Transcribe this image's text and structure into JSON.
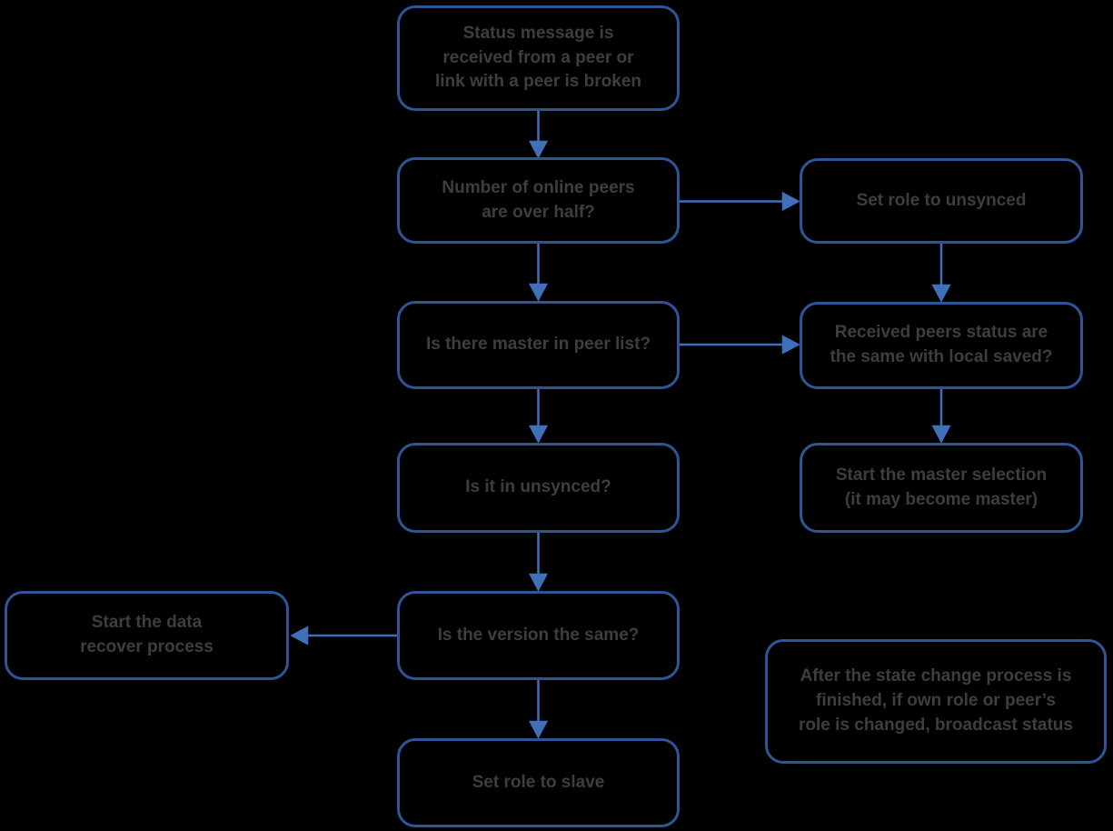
{
  "diagram": {
    "type": "flowchart",
    "background_color": "#000000",
    "box_border_color": "#2e5597",
    "arrow_color": "#4170bb",
    "text_color": "#3e3e41",
    "nodes": [
      {
        "id": "start",
        "label": [
          "Status message is",
          "received from a peer or",
          "link with a peer is broken"
        ]
      },
      {
        "id": "peers-over-half",
        "label": [
          "Number of online peers",
          "are over half?"
        ]
      },
      {
        "id": "set-role-unsynced",
        "label": [
          "Set role to unsynced"
        ]
      },
      {
        "id": "master-in-peer-list",
        "label": [
          "Is there master in peer list?"
        ]
      },
      {
        "id": "received-status-same",
        "label": [
          "Received peers status are",
          "the same with local saved?"
        ]
      },
      {
        "id": "is-it-in-unsynced",
        "label": [
          "Is it in unsynced?"
        ]
      },
      {
        "id": "start-master-selection",
        "label": [
          "Start the master selection",
          "(it may become master)"
        ]
      },
      {
        "id": "is-version-same",
        "label": [
          "Is the version the same?"
        ]
      },
      {
        "id": "start-data-recover",
        "label": [
          "Start the data",
          "recover process"
        ]
      },
      {
        "id": "set-role-slave",
        "label": [
          "Set role to slave"
        ]
      },
      {
        "id": "note",
        "label": [
          "After the state change process is",
          "finished, if own role or peer’s",
          "role is changed, broadcast status"
        ]
      }
    ],
    "edges": [
      {
        "from": "start",
        "to": "peers-over-half",
        "direction": "down"
      },
      {
        "from": "peers-over-half",
        "to": "set-role-unsynced",
        "direction": "right"
      },
      {
        "from": "peers-over-half",
        "to": "master-in-peer-list",
        "direction": "down"
      },
      {
        "from": "set-role-unsynced",
        "to": "received-status-same",
        "direction": "down"
      },
      {
        "from": "master-in-peer-list",
        "to": "received-status-same",
        "direction": "right"
      },
      {
        "from": "master-in-peer-list",
        "to": "is-it-in-unsynced",
        "direction": "down"
      },
      {
        "from": "received-status-same",
        "to": "start-master-selection",
        "direction": "down"
      },
      {
        "from": "is-it-in-unsynced",
        "to": "is-version-same",
        "direction": "down"
      },
      {
        "from": "is-version-same",
        "to": "start-data-recover",
        "direction": "left"
      },
      {
        "from": "is-version-same",
        "to": "set-role-slave",
        "direction": "down"
      }
    ]
  }
}
